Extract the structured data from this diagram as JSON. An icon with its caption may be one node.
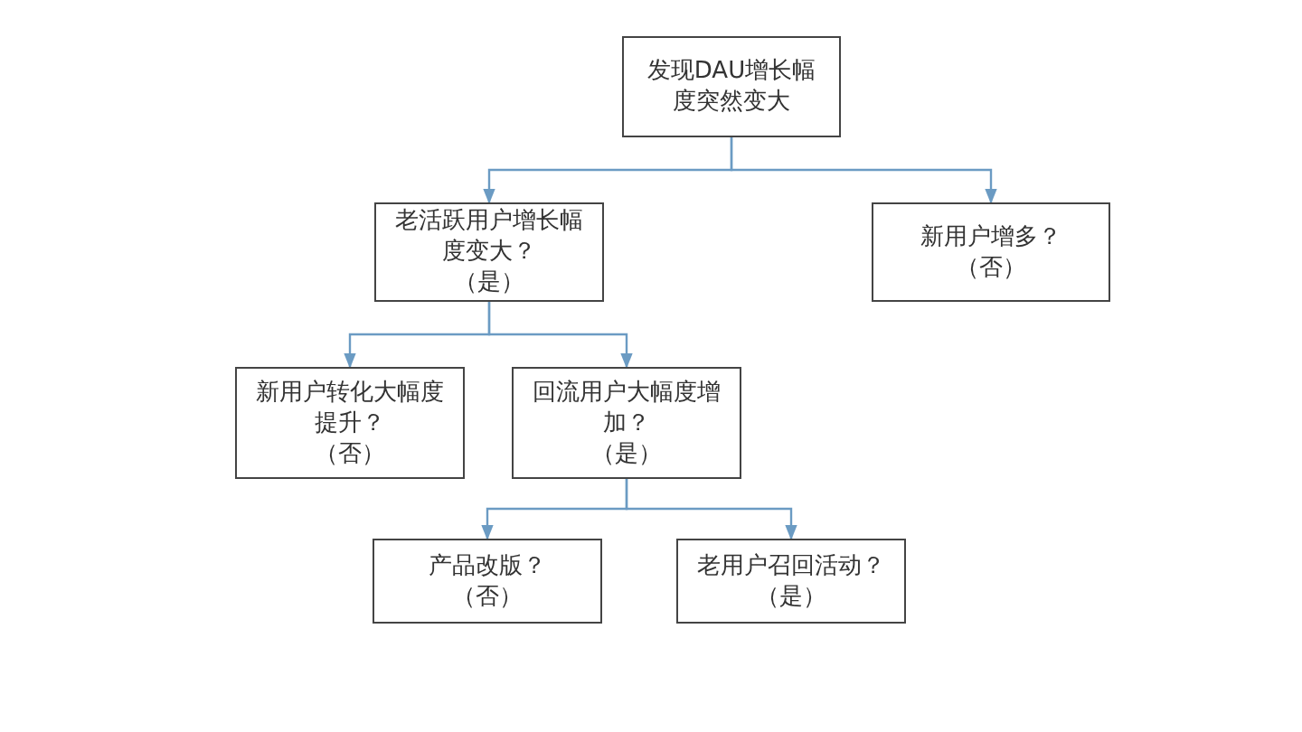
{
  "diagram": {
    "nodes": [
      {
        "text": [
          "发现DAU增长幅度突然变大"
        ]
      },
      {
        "text": [
          "老活跃用户增长幅度变大？",
          "（是）"
        ]
      },
      {
        "text": [
          "新用户增多？",
          "（否）"
        ]
      },
      {
        "text": [
          "新用户转化大幅度提升？",
          "（否）"
        ]
      },
      {
        "text": [
          "回流用户大幅度增加？",
          "（是）"
        ]
      },
      {
        "text": [
          "产品改版？",
          "（否）"
        ]
      },
      {
        "text": [
          "老用户召回活动？",
          "（是）"
        ]
      }
    ],
    "edges": [
      {
        "from": 0,
        "to": 1,
        "arrow": "to"
      },
      {
        "from": 0,
        "to": 2,
        "arrow": "to"
      },
      {
        "from": 1,
        "to": 3,
        "arrow": "to"
      },
      {
        "from": 1,
        "to": 4,
        "arrow": "to"
      },
      {
        "from": 4,
        "to": 5,
        "arrow": "to"
      },
      {
        "from": 4,
        "to": 6,
        "arrow": "to"
      }
    ]
  }
}
